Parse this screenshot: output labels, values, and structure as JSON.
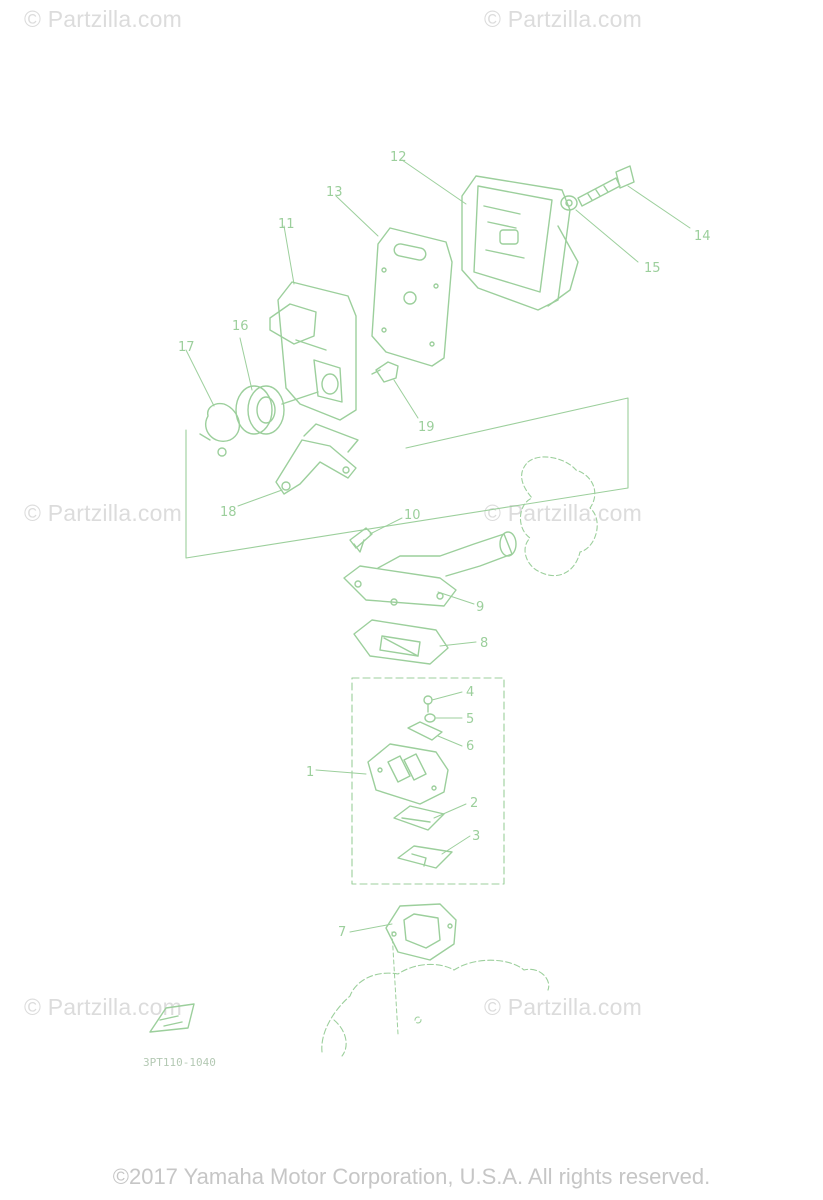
{
  "watermarks": {
    "top_left": "© Partzilla.com",
    "top_right": "© Partzilla.com",
    "mid_left": "© Partzilla.com",
    "mid_right": "© Partzilla.com",
    "bottom_left": "© Partzilla.com",
    "bottom_right": "© Partzilla.com"
  },
  "callouts": {
    "p1": "1",
    "p2": "2",
    "p3": "3",
    "p4": "4",
    "p5": "5",
    "p6": "6",
    "p7": "7",
    "p8": "8",
    "p9": "9",
    "p10": "10",
    "p11": "11",
    "p12": "12",
    "p13": "13",
    "p14": "14",
    "p15": "15",
    "p16": "16",
    "p17": "17",
    "p18": "18",
    "p19": "19"
  },
  "part_code": "3PT110-1040",
  "copyright": "©2017 Yamaha Motor Corporation, U.S.A. All rights reserved.",
  "colors": {
    "line_art": "#9ccf9c",
    "watermark": "#dcdcdc",
    "copyright": "#c6c6c6"
  }
}
